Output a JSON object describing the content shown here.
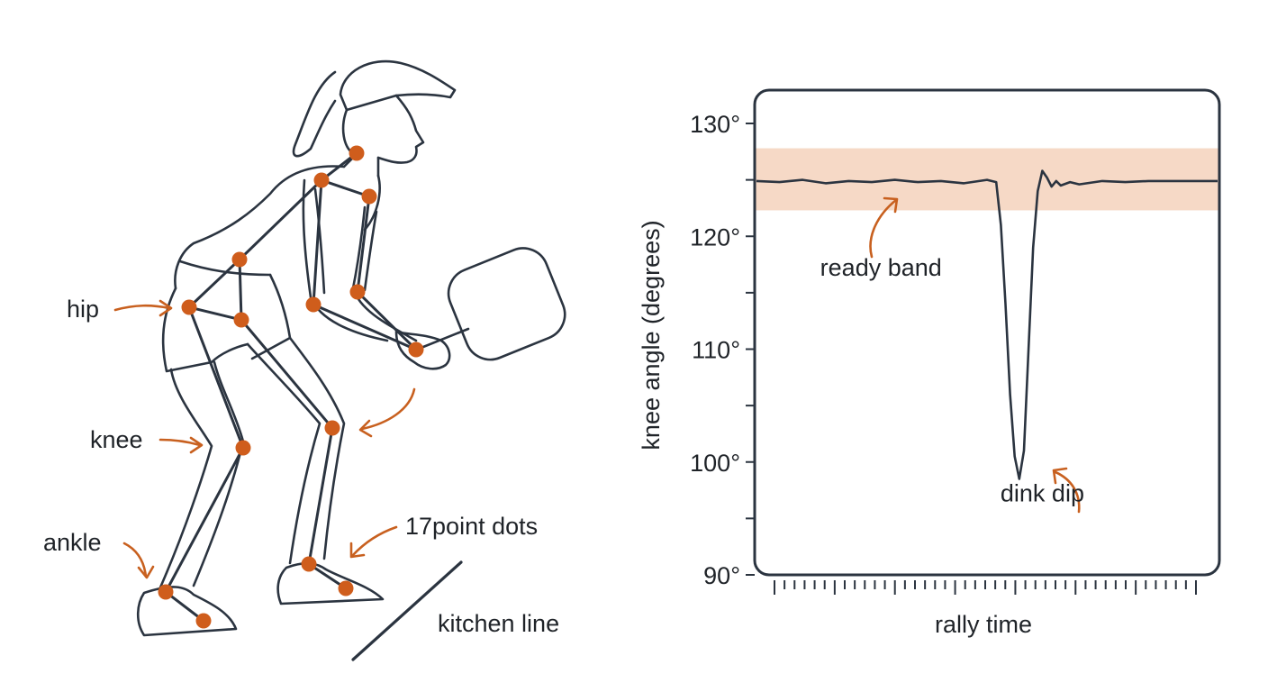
{
  "colors": {
    "ink": "#2b3440",
    "accent": "#c8601f",
    "joint": "#cf5d1c",
    "band": "#f6d9c6"
  },
  "figure": {
    "labels": {
      "hip": "hip",
      "knee": "knee",
      "ankle": "ankle",
      "dots": "17point dots",
      "kitchen": "kitchen line"
    }
  },
  "chart_data": {
    "type": "line",
    "ylabel": "knee angle (degrees)",
    "xlabel": "rally time",
    "title": "",
    "ylim": [
      90,
      133
    ],
    "yticks": [
      90,
      100,
      110,
      120,
      130
    ],
    "ytick_labels": [
      "90°",
      "100°",
      "110°",
      "120°",
      "130°"
    ],
    "ready_band": [
      122.3,
      127.8
    ],
    "x": [
      0,
      5,
      10,
      15,
      20,
      25,
      30,
      35,
      40,
      45,
      50,
      52,
      53,
      54,
      55,
      56,
      57,
      58,
      59,
      60,
      61,
      62,
      63,
      64,
      65,
      66,
      68,
      70,
      75,
      80,
      85,
      90,
      95,
      100
    ],
    "values": [
      124.9,
      124.8,
      125.0,
      124.7,
      124.9,
      124.8,
      125.0,
      124.8,
      124.9,
      124.7,
      125.0,
      124.8,
      121.0,
      114.0,
      106.0,
      100.5,
      98.5,
      101.0,
      110.0,
      119.0,
      124.0,
      125.8,
      125.2,
      124.4,
      124.9,
      124.5,
      124.8,
      124.6,
      124.9,
      124.8,
      124.9,
      124.9,
      124.9,
      124.9
    ],
    "annotations": [
      {
        "text": "ready band",
        "x": 27,
        "y": 116.5
      },
      {
        "text": "dink dip",
        "x": 62,
        "y": 96.5
      }
    ]
  }
}
